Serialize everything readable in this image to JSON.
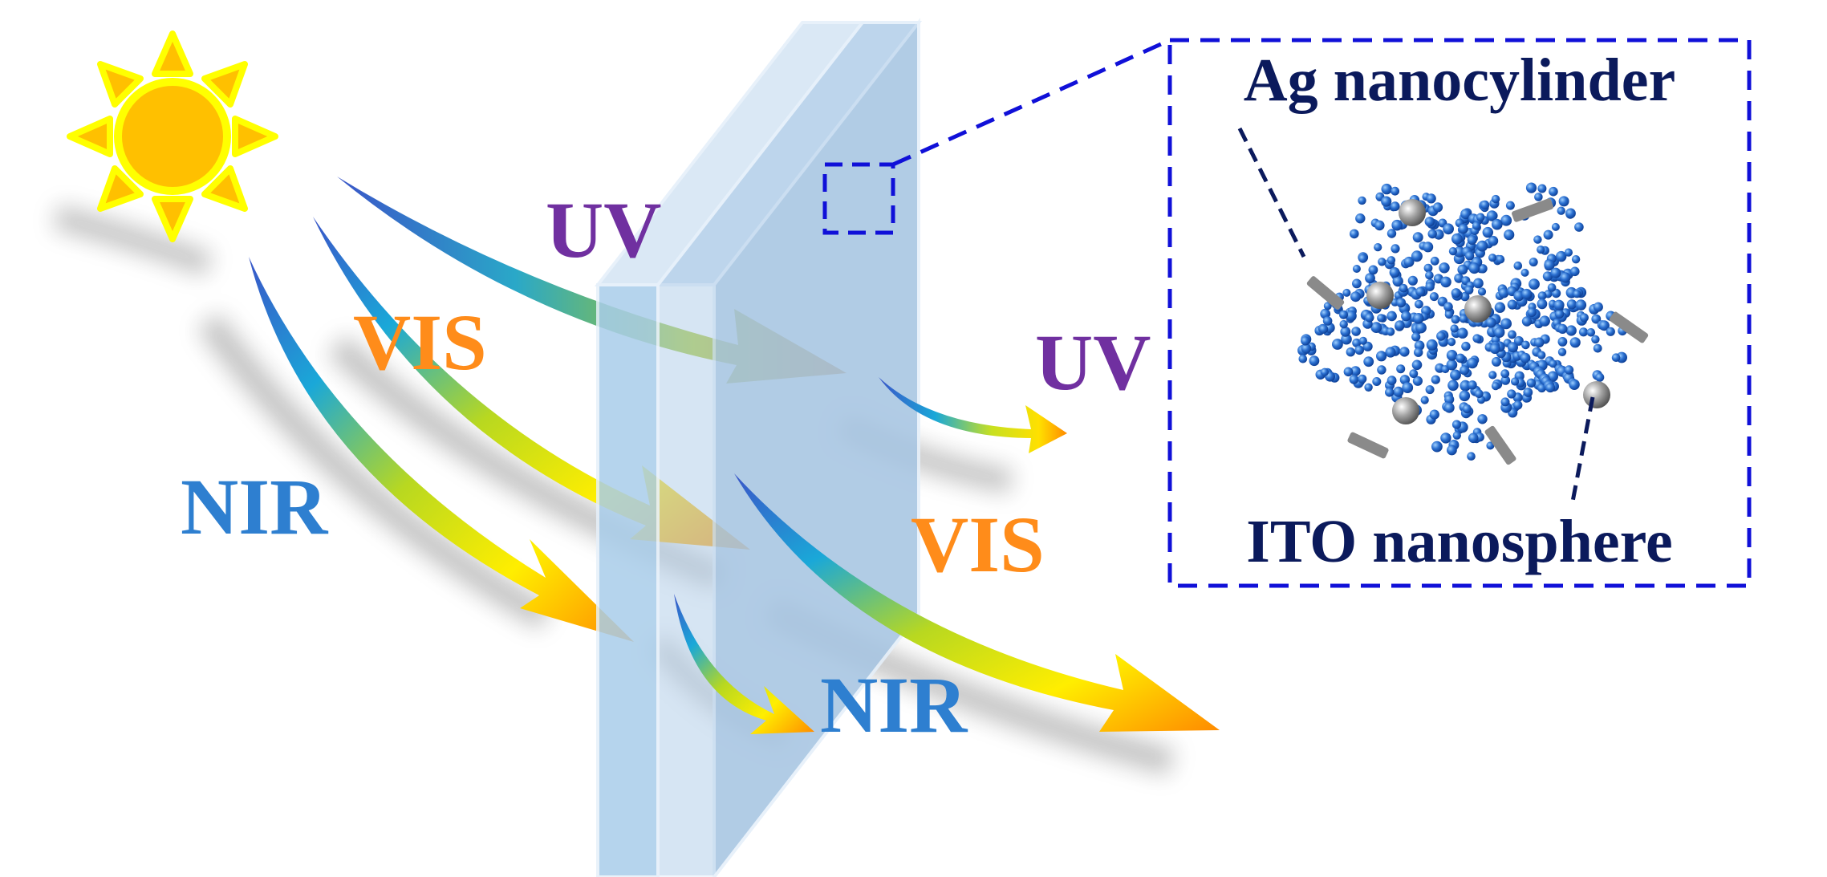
{
  "labels": {
    "uv_incoming": "UV",
    "vis_incoming": "VIS",
    "nir_incoming": "NIR",
    "uv_transmitted": "UV",
    "vis_transmitted": "VIS",
    "nir_transmitted": "NIR"
  },
  "inset": {
    "ag_label": "Ag nanocylinder",
    "ito_label": "ITO nanosphere"
  },
  "colors": {
    "uv": "#7030A0",
    "vis": "#FF8C1A",
    "nir": "#2E7FD0",
    "inset_text": "#0B1A5C",
    "dash_blue": "#1010D8",
    "glass": "#9EC3E4",
    "sun": "#FFC000",
    "sun_rays": "#FFFF00"
  },
  "icons": [
    "sun-icon",
    "glass-pane",
    "nanoparticle-cluster"
  ]
}
